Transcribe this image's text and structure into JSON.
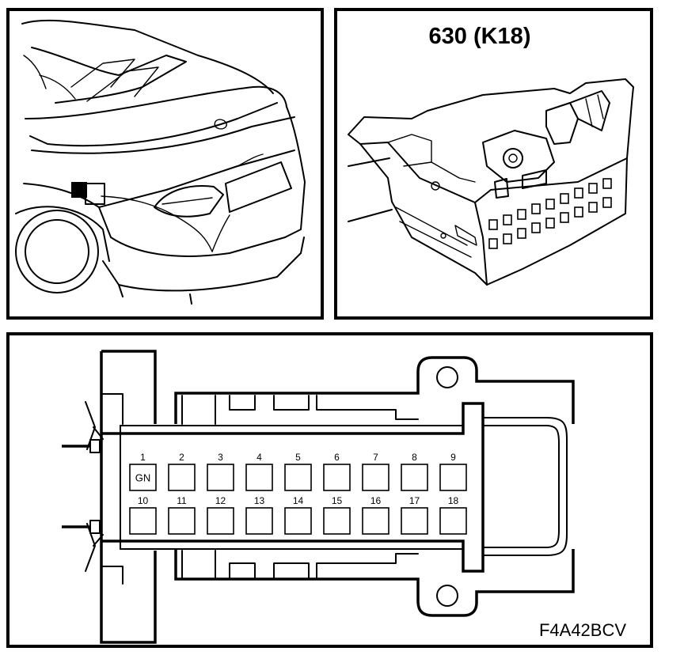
{
  "connector_title": "630 (K18)",
  "figure_code": "F4A42BCV",
  "pins": {
    "top_row": [
      {
        "number": "1",
        "wire": "GN"
      },
      {
        "number": "2",
        "wire": ""
      },
      {
        "number": "3",
        "wire": ""
      },
      {
        "number": "4",
        "wire": ""
      },
      {
        "number": "5",
        "wire": ""
      },
      {
        "number": "6",
        "wire": ""
      },
      {
        "number": "7",
        "wire": ""
      },
      {
        "number": "8",
        "wire": ""
      },
      {
        "number": "9",
        "wire": ""
      }
    ],
    "bottom_row": [
      {
        "number": "10",
        "wire": ""
      },
      {
        "number": "11",
        "wire": ""
      },
      {
        "number": "12",
        "wire": ""
      },
      {
        "number": "13",
        "wire": ""
      },
      {
        "number": "14",
        "wire": ""
      },
      {
        "number": "15",
        "wire": ""
      },
      {
        "number": "16",
        "wire": ""
      },
      {
        "number": "17",
        "wire": ""
      },
      {
        "number": "18",
        "wire": ""
      }
    ]
  },
  "icons": {
    "car_view": "car-rear-location-icon",
    "connector_view": "connector-housing-icon"
  }
}
